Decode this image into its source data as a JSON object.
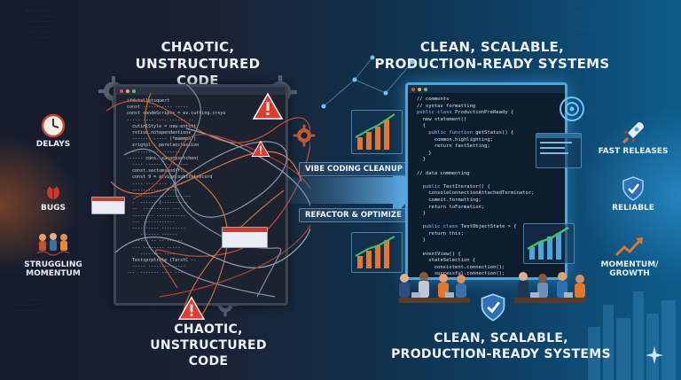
{
  "titles": {
    "left_top": "CHAOTIC,\nUNSTRUCTURED CODE",
    "right_top": "CLEAN, SCALABLE,\nPRODUCTION-READY SYSTEMS",
    "left_bottom": "CHAOTIC,\nUNSTRUCTURED CODE",
    "right_bottom": "CLEAN, SCALABLE,\nPRODUCTION-READY SYSTEMS"
  },
  "left_issues": [
    {
      "label": "DELAYS",
      "icon": "clock-icon"
    },
    {
      "label": "BUGS",
      "icon": "bug-icon"
    },
    {
      "label": "STRUGGLING\nMOMENTUM",
      "icon": "people-struggling-icon"
    }
  ],
  "right_benefits": [
    {
      "label": "FAST RELEASES",
      "icon": "rocket-icon"
    },
    {
      "label": "RELIABLE",
      "icon": "shield-check-icon"
    },
    {
      "label": "MOMENTUM/\nGROWTH",
      "icon": "growth-arrow-icon"
    }
  ],
  "transition": {
    "label_1": "VIBE CODING CLEANUP",
    "label_2": "REFACTOR & OPTIMIZE"
  },
  "colors": {
    "warning": "#e23b2e",
    "accent_blue": "#4aa7d8",
    "accent_orange": "#e5762a",
    "green": "#3cc46b"
  }
}
